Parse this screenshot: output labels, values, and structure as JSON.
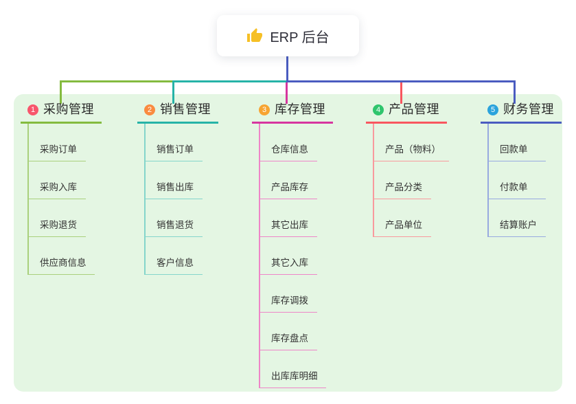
{
  "root_node": {
    "icon": "thumbs-up-icon",
    "title": "ERP 后台"
  },
  "branches": [
    {
      "index": "1",
      "title": "采购管理",
      "badge_color": "#f8566c",
      "line_color": "#84bb3f",
      "items": [
        "采购订单",
        "采购入库",
        "采购退货",
        "供应商信息"
      ]
    },
    {
      "index": "2",
      "title": "销售管理",
      "badge_color": "#fa8b40",
      "line_color": "#26b3a7",
      "items": [
        "销售订单",
        "销售出库",
        "销售退货",
        "客户信息"
      ]
    },
    {
      "index": "3",
      "title": "库存管理",
      "badge_color": "#f7a432",
      "line_color": "#d6359f",
      "items": [
        "仓库信息",
        "产品库存",
        "其它出库",
        "其它入库",
        "库存调拨",
        "库存盘点",
        "出库库明细"
      ]
    },
    {
      "index": "4",
      "title": "产品管理",
      "badge_color": "#2fc56d",
      "line_color": "#f8565f",
      "items": [
        "产品（物料）",
        "产品分类",
        "产品单位"
      ]
    },
    {
      "index": "5",
      "title": "财务管理",
      "badge_color": "#2ba3dc",
      "line_color": "#4a5cc0",
      "items": [
        "回款单",
        "付款单",
        "结算账户"
      ]
    }
  ],
  "colors": {
    "canvas_background": "#ffffff",
    "panel_background": "#e4f6e3",
    "root_connector": "#4a5cc0",
    "thumb_icon": "#f6c026"
  }
}
